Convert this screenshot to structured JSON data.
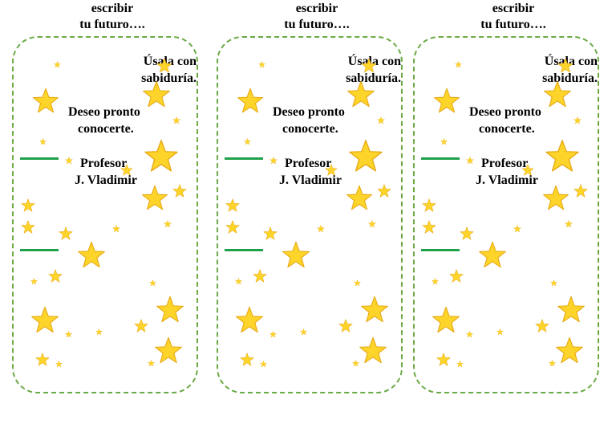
{
  "cards": [
    {
      "header": {
        "line1": "escribir",
        "line2": "tu futuro…."
      },
      "message1": {
        "line1": "Úsala con",
        "line2": "sabiduría."
      },
      "message2": {
        "line1": "Deseo pronto",
        "line2": "conocerte."
      },
      "signature": {
        "line1": "Profesor",
        "line2": "J. Vladimir"
      }
    },
    {
      "header": {
        "line1": "escribir",
        "line2": "tu futuro…."
      },
      "message1": {
        "line1": "Úsala con",
        "line2": "sabiduría."
      },
      "message2": {
        "line1": "Deseo pronto",
        "line2": "conocerte."
      },
      "signature": {
        "line1": "Profesor",
        "line2": "J. Vladimir"
      }
    },
    {
      "header": {
        "line1": "escribir",
        "line2": "tu futuro…."
      },
      "message1": {
        "line1": "Úsala con",
        "line2": "sabiduría."
      },
      "message2": {
        "line1": "Deseo pronto",
        "line2": "conocerte."
      },
      "signature": {
        "line1": "Profesor",
        "line2": "J. Vladimir"
      }
    }
  ],
  "colors": {
    "star_fill": "#fdd42a",
    "star_stroke": "#e7a812",
    "frame_border": "#6aaa45",
    "rule_line": "#1fa04a"
  },
  "icons": {
    "decoration": "star-icon"
  }
}
